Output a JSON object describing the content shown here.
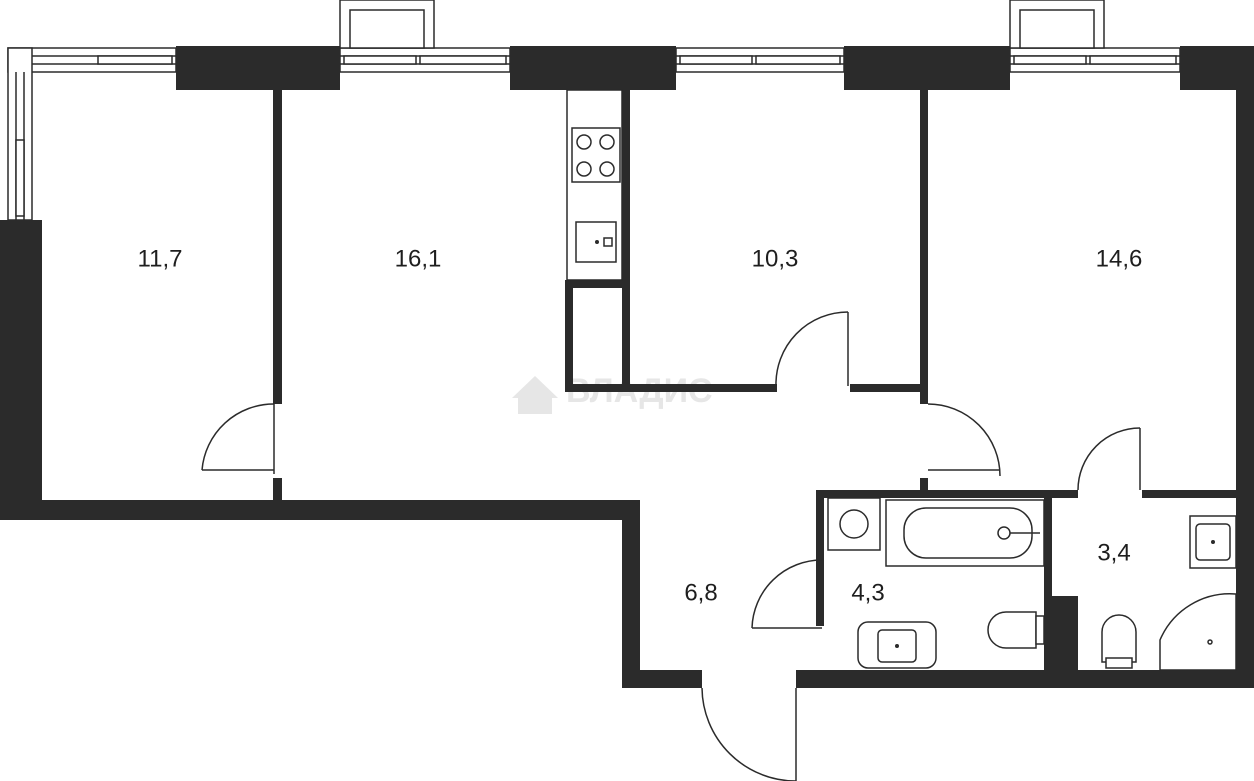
{
  "floor_plan": {
    "rooms": [
      {
        "id": "room-1",
        "area": "11,7"
      },
      {
        "id": "room-2",
        "area": "16,1"
      },
      {
        "id": "room-3",
        "area": "10,3"
      },
      {
        "id": "room-4",
        "area": "14,6"
      },
      {
        "id": "hall",
        "area": "6,8"
      },
      {
        "id": "bathroom",
        "area": "4,3"
      },
      {
        "id": "wc",
        "area": "3,4"
      }
    ],
    "watermark": "ВЛАДИС",
    "colors": {
      "wall": "#2b2b2b",
      "background": "#ffffff",
      "watermark": "#e6e6e6"
    }
  }
}
